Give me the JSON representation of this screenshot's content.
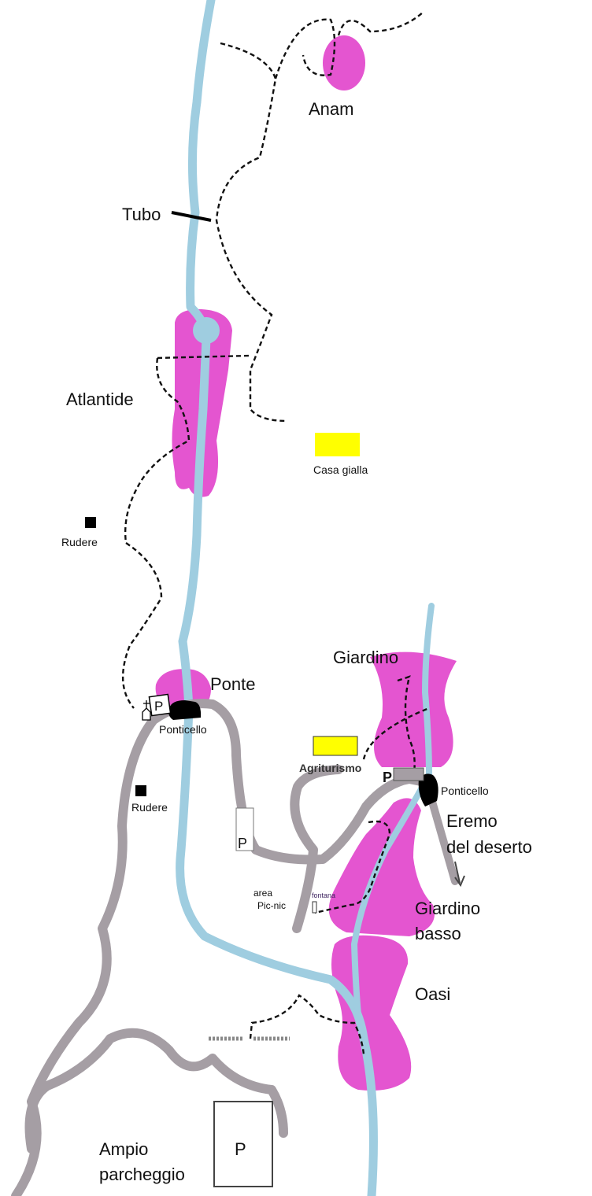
{
  "colors": {
    "river": "#9fcde0",
    "zone": "#e455d0",
    "road": "#a59ea4",
    "house": "#ffff00",
    "trail": "#111111"
  },
  "labels": {
    "anam": "Anam",
    "tubo": "Tubo",
    "atlantide": "Atlantide",
    "casa_gialla": "Casa gialla",
    "rudere_top": "Rudere",
    "ponte": "Ponte",
    "ponticello_left": "Ponticello",
    "rudere_bottom": "Rudere",
    "giardino": "Giardino",
    "agriturismo": "Agriturismo",
    "ponticello_right": "Ponticello",
    "eremo_line1": "Eremo",
    "eremo_line2": "del deserto",
    "area_line1": "area",
    "area_line2": "Pic-nic",
    "fontana": "fontana",
    "giardino_basso_line1": "Giardino",
    "giardino_basso_line2": "basso",
    "oasi": "Oasi",
    "ampio_line1": "Ampio",
    "ampio_line2": "parcheggio"
  },
  "parking": {
    "symbol": "P"
  }
}
